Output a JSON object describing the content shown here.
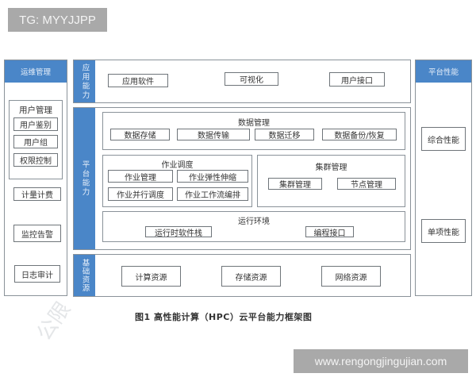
{
  "watermarks": {
    "top_left": "TG: MYYJJPP",
    "bottom_right": "www.rengongjingujian.com",
    "faint_diagonal": "公限"
  },
  "left_panel": {
    "title": "运维管理",
    "user_management": {
      "title": "用户管理",
      "items": [
        "用户鉴别",
        "用户组",
        "权限控制"
      ]
    },
    "items": [
      "计量计费",
      "监控告警",
      "日志审计"
    ]
  },
  "application_layer": {
    "label": "应用能力",
    "items": [
      "应用软件",
      "可视化",
      "用户接口"
    ]
  },
  "platform_layer": {
    "label": "平台能力",
    "data_management": {
      "title": "数据管理",
      "items": [
        "数据存储",
        "数据传输",
        "数据迁移",
        "数据备份/恢复"
      ]
    },
    "job_scheduling": {
      "title": "作业调度",
      "items": [
        "作业管理",
        "作业弹性伸缩",
        "作业并行调度",
        "作业工作流编排"
      ]
    },
    "cluster_management": {
      "title": "集群管理",
      "items": [
        "集群管理",
        "节点管理"
      ]
    },
    "runtime_environment": {
      "title": "运行环境",
      "items": [
        "运行时软件栈",
        "编程接口"
      ]
    }
  },
  "infrastructure_layer": {
    "label": "基础资源",
    "items": [
      "计算资源",
      "存储资源",
      "网络资源"
    ]
  },
  "right_panel": {
    "title": "平台性能",
    "items": [
      "综合性能",
      "单项性能"
    ]
  },
  "caption": "图1 高性能计算（HPC）云平台能力框架图",
  "colors": {
    "header_blue": "#4a86c8",
    "border_gray": "#8a9299",
    "watermark_gray": "#a9a9a9"
  }
}
